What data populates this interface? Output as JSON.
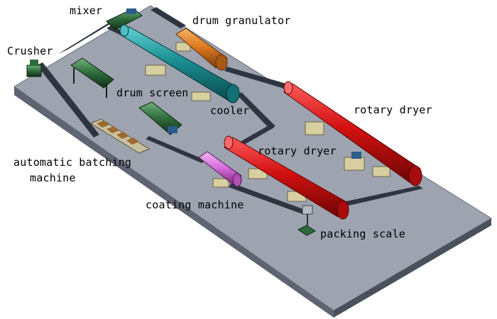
{
  "labels": {
    "mixer": "mixer",
    "drum_granulator": "drum granulator",
    "crusher": "Crusher",
    "drum_screen": "drum screen",
    "cooler": "cooler",
    "rotary_dryer_right": "rotary dryer",
    "rotary_dryer_center": "rotary dryer",
    "automatic_batching_line1": "automatic batching",
    "automatic_batching_line2": "machine",
    "coating_machine": "coating machine",
    "packing_scale": "packing scale"
  },
  "colors": {
    "platform_top": "#9ea3b0",
    "platform_side": "#5e6472",
    "drum_granulator": "#d9761e",
    "cooler": "#1a8f93",
    "rotary_dryer": "#d21010",
    "coating_machine": "#d66bd8",
    "machine_green": "#2e6b3a",
    "base_block": "#d8cfa0",
    "conveyor": "#2f3540"
  }
}
